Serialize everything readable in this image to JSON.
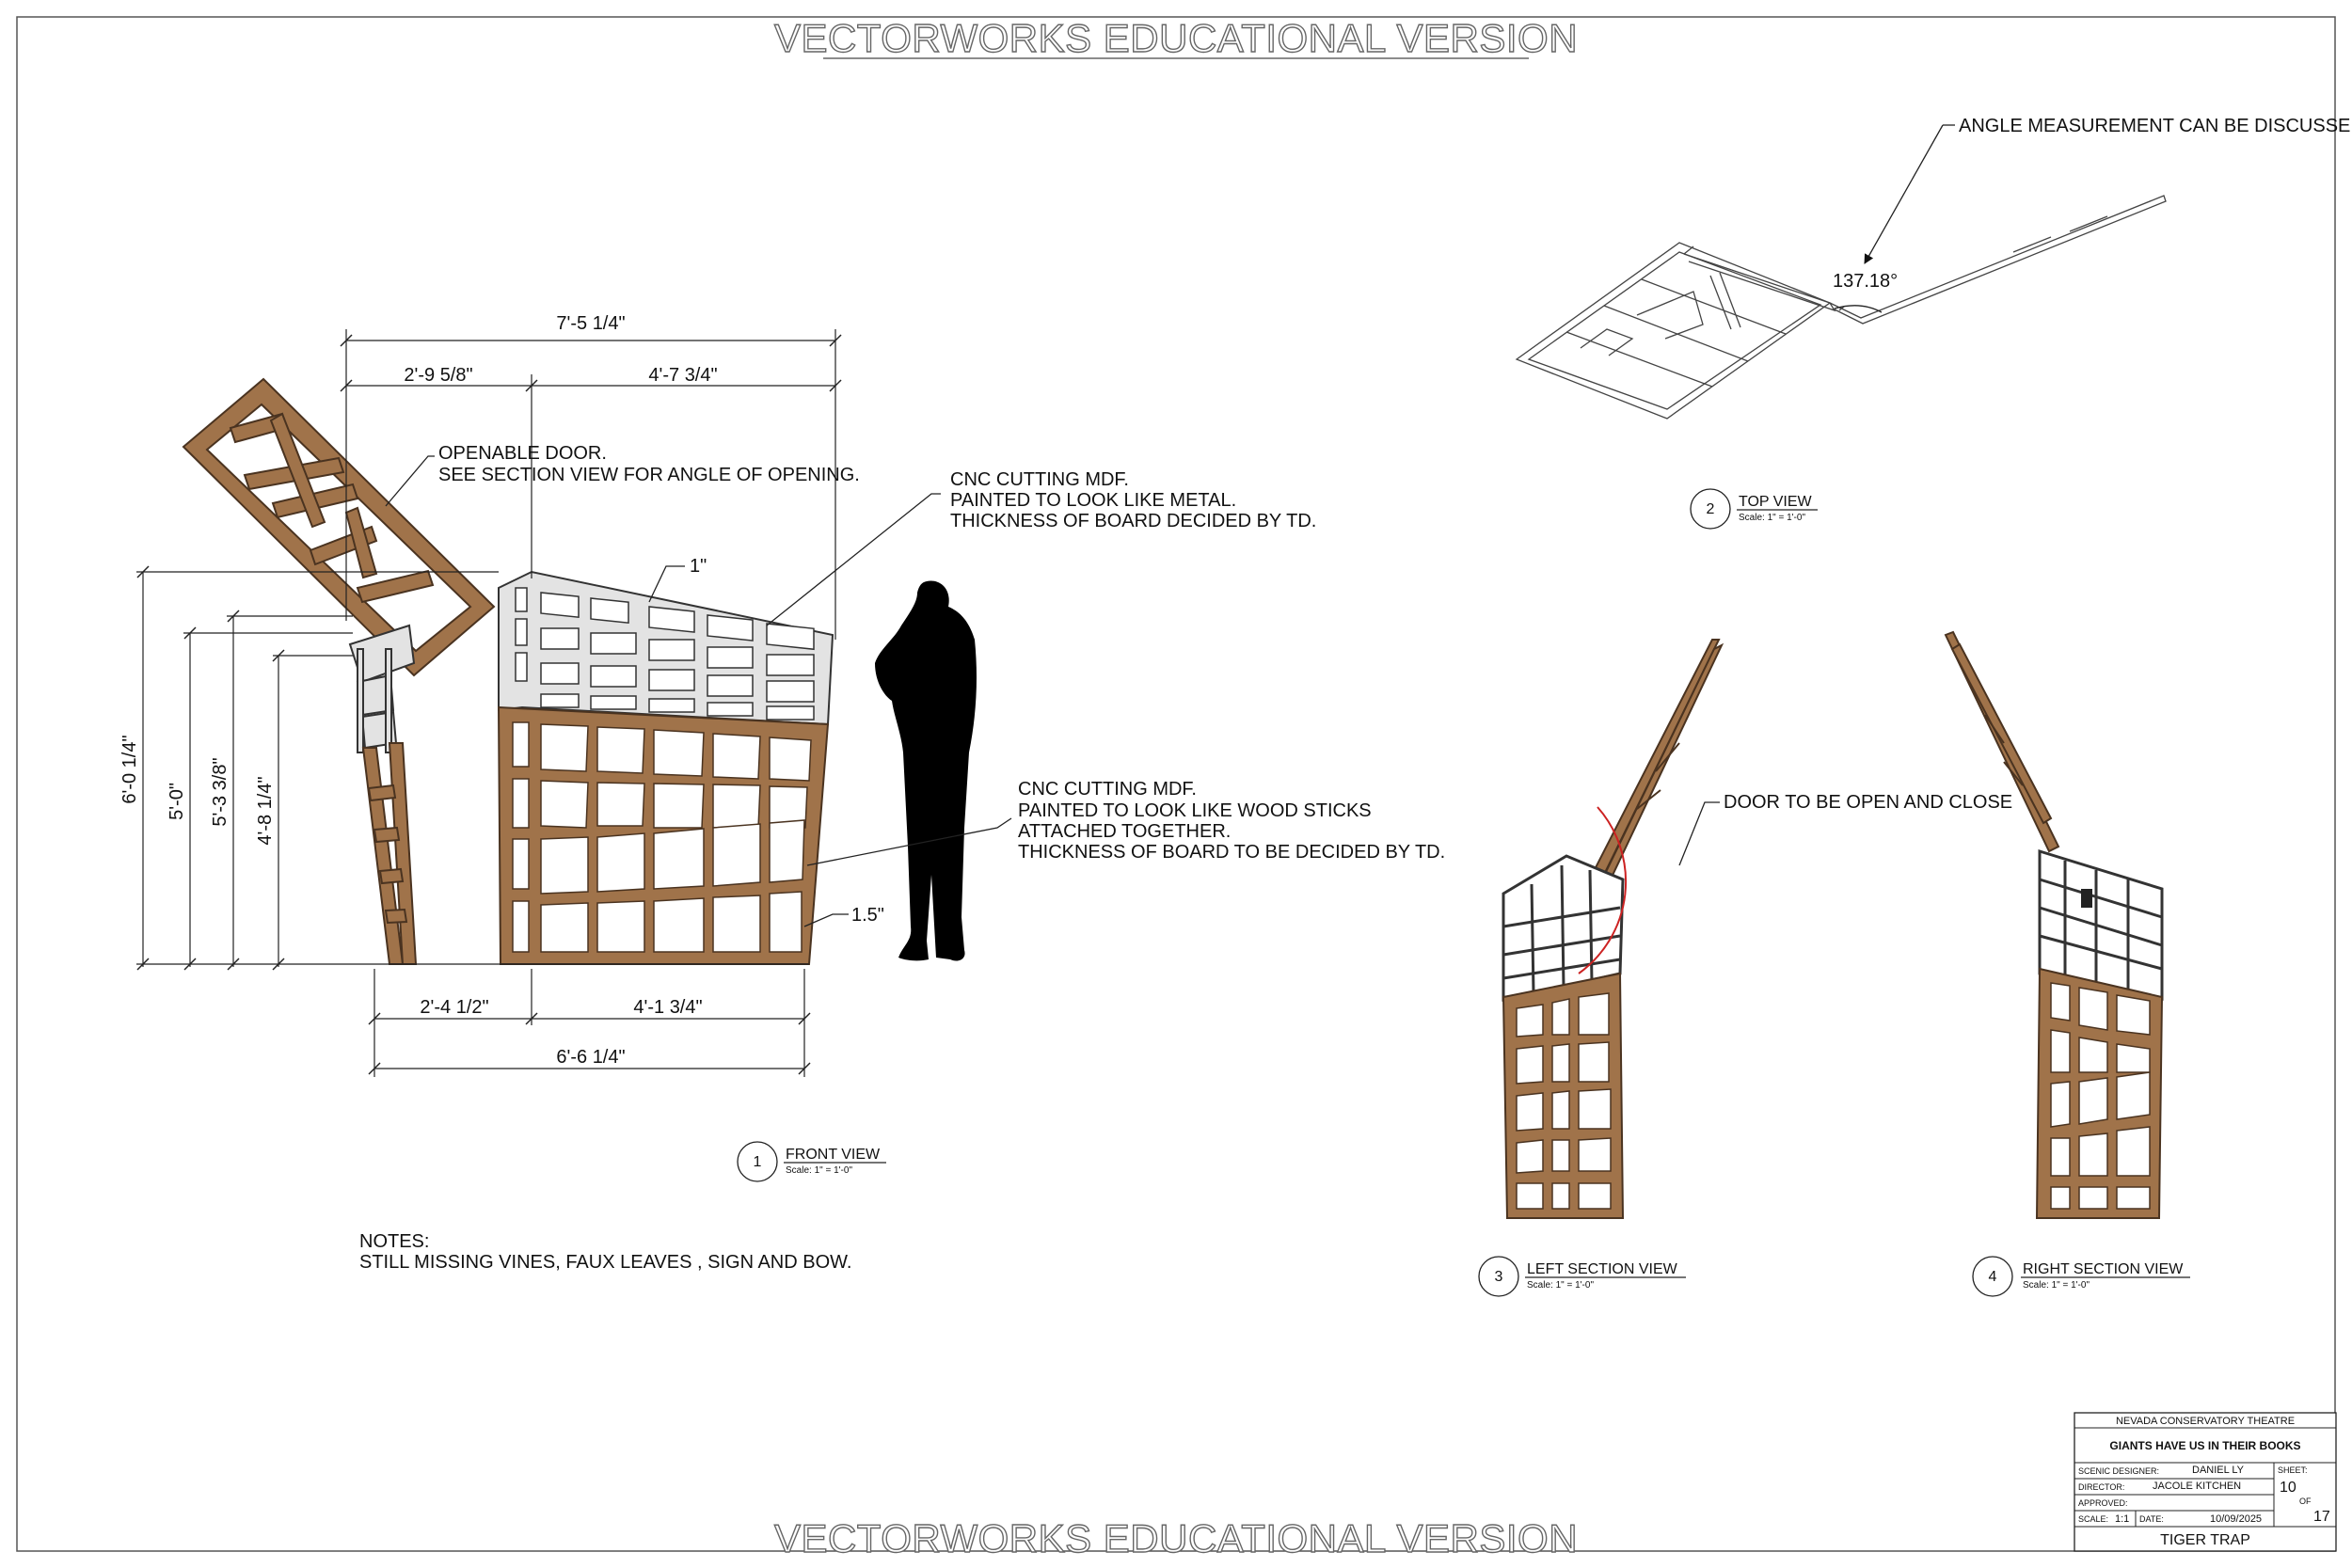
{
  "watermark": {
    "top": "VECTORWORKS EDUCATIONAL VERSION",
    "bottom": "VECTORWORKS EDUCATIONAL VERSION"
  },
  "front_view": {
    "dimensions": {
      "overall_top": "7'-5 1/4\"",
      "top_left": "2'-9 5/8\"",
      "top_right": "4'-7 3/4\"",
      "height_1": "6'-0 1/4\"",
      "height_2": "5'-0\"",
      "height_3": "5'-3 3/8\"",
      "height_4": "4'-8 1/4\"",
      "bottom_left": "2'-4 1/2\"",
      "bottom_right": "4'-1 3/4\"",
      "overall_bottom": "6'-6 1/4\"",
      "metal_thickness": "1\"",
      "wood_thickness": "1.5\""
    },
    "callouts": {
      "door": [
        "OPENABLE DOOR.",
        "SEE SECTION VIEW FOR ANGLE OF OPENING."
      ],
      "metal": [
        "CNC CUTTING MDF.",
        "PAINTED TO LOOK LIKE METAL.",
        "THICKNESS OF BOARD DECIDED BY TD."
      ],
      "wood": [
        "CNC CUTTING MDF.",
        "PAINTED TO LOOK LIKE WOOD STICKS",
        "ATTACHED TOGETHER.",
        "THICKNESS OF BOARD TO BE DECIDED BY TD."
      ]
    },
    "label": {
      "number": "1",
      "title": "FRONT VIEW",
      "scale": "Scale: 1\" = 1'-0\""
    }
  },
  "top_view": {
    "angle_note": "ANGLE MEASUREMENT CAN BE DISCUSSED",
    "angle_value": "137.18°",
    "label": {
      "number": "2",
      "title": "TOP VIEW",
      "scale": "Scale: 1\" = 1'-0\""
    }
  },
  "section_views": {
    "door_note": "DOOR TO BE OPEN AND CLOSE",
    "left": {
      "number": "3",
      "title": "LEFT SECTION VIEW",
      "scale": "Scale: 1\" = 1'-0\""
    },
    "right": {
      "number": "4",
      "title": "RIGHT SECTION VIEW",
      "scale": "Scale: 1\" = 1'-0\""
    }
  },
  "notes": {
    "heading": "NOTES:",
    "text": "STILL MISSING VINES, FAUX LEAVES , SIGN AND BOW."
  },
  "title_block": {
    "organization": "NEVADA CONSERVATORY THEATRE",
    "production": "GIANTS HAVE US IN THEIR BOOKS",
    "scenic_designer_label": "SCENIC DESIGNER:",
    "scenic_designer": "DANIEL LY",
    "director_label": "DIRECTOR:",
    "director": "JACOLE KITCHEN",
    "approved_label": "APPROVED:",
    "scale_label": "SCALE:",
    "scale": "1:1",
    "date_label": "DATE:",
    "date": "10/09/2025",
    "sheet_label": "SHEET:",
    "sheet": "10",
    "of_label": "OF",
    "total": "17",
    "drawing_title": "TIGER TRAP"
  },
  "colors": {
    "wood": "#a0734a",
    "wood_stroke": "#4a3320",
    "metal": "#e3e3e3",
    "angle_arc": "#cc2222"
  }
}
